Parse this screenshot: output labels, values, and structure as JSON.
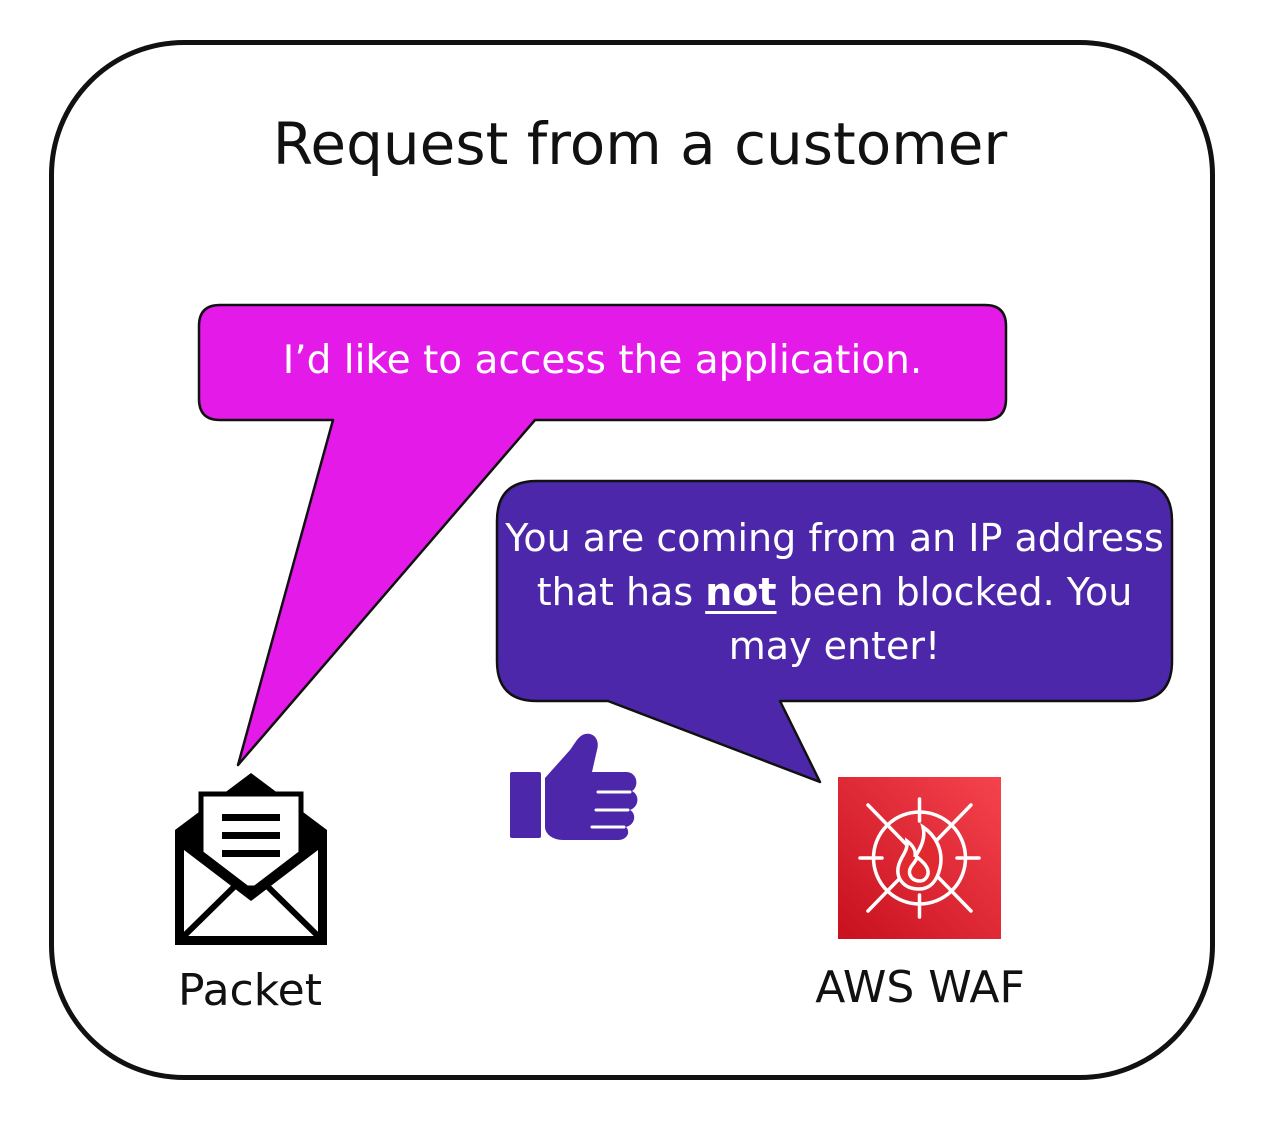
{
  "title": "Request from a customer",
  "customer_bubble": {
    "text": "I’d like to access the application.",
    "color": "#e41ae8"
  },
  "waf_bubble": {
    "text_before": "You are coming from an IP address that has ",
    "text_emphasis": "not",
    "text_after": " been blocked. You may enter!",
    "color": "#4d27aa"
  },
  "packet": {
    "label": "Packet",
    "icon": "open-envelope-icon"
  },
  "waf": {
    "label": "AWS WAF",
    "icon": "aws-waf-icon",
    "color": "#e02a2f"
  },
  "thumbs_up": {
    "icon": "thumbs-up-icon",
    "color": "#4d27aa"
  }
}
